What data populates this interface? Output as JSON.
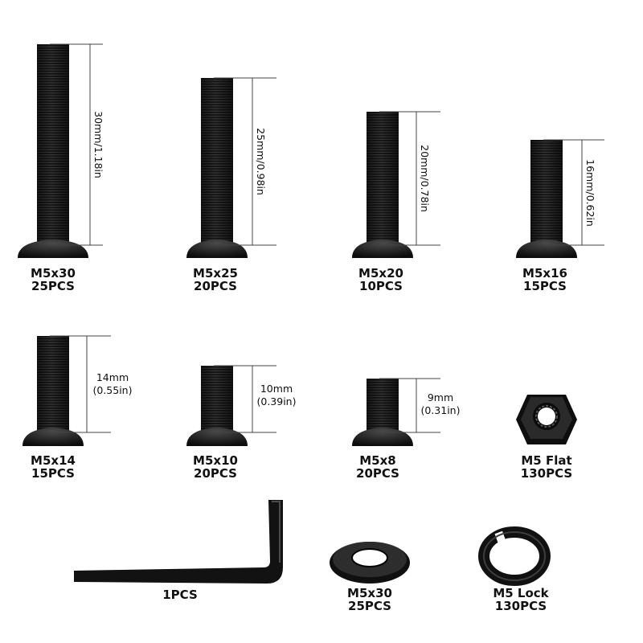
{
  "screws": [
    {
      "size": "M5x30",
      "qty": "25PCS",
      "dimension": "30mm/1.18in"
    },
    {
      "size": "M5x25",
      "qty": "20PCS",
      "dimension": "25mm/0.98in"
    },
    {
      "size": "M5x20",
      "qty": "10PCS",
      "dimension": "20mm/0.78in"
    },
    {
      "size": "M5x16",
      "qty": "15PCS",
      "dimension": "16mm/0.62in"
    },
    {
      "size": "M5x14",
      "qty": "15PCS",
      "dimension": "14mm",
      "dimension_alt": "(0.55in)"
    },
    {
      "size": "M5x10",
      "qty": "20PCS",
      "dimension": "10mm",
      "dimension_alt": "(0.39in)"
    },
    {
      "size": "M5x8",
      "qty": "20PCS",
      "dimension": "9mm",
      "dimension_alt": "(0.31in)"
    }
  ],
  "nut": {
    "size": "M5 Flat",
    "qty": "130PCS"
  },
  "wrench": {
    "qty": "1PCS"
  },
  "flat_washer": {
    "size": "M5x30",
    "qty": "25PCS"
  },
  "lock_washer": {
    "size": "M5 Lock",
    "qty": "130PCS"
  },
  "colors": {
    "metal": "#141414",
    "thread": "#3a3a3a",
    "highlight": "#5a5a5a"
  }
}
